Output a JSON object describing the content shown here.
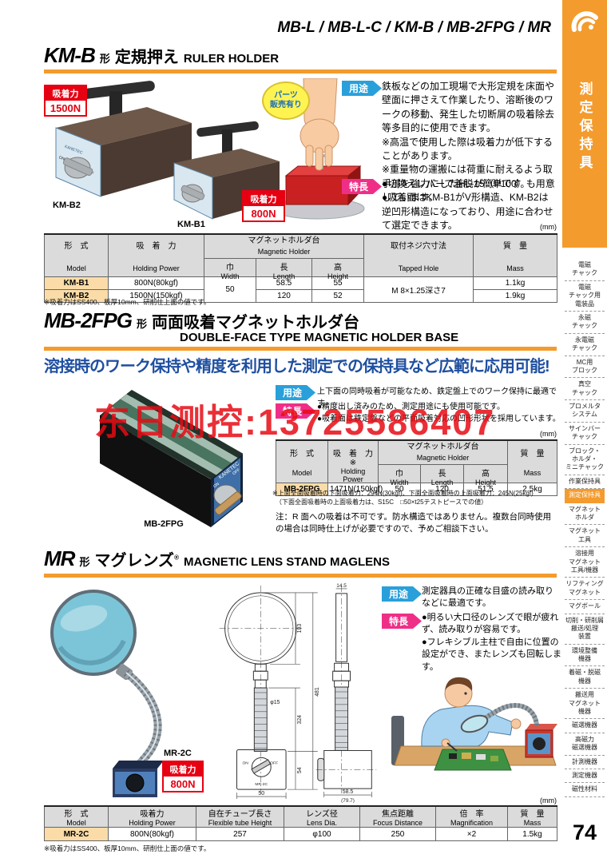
{
  "page": {
    "number": "74"
  },
  "header": {
    "models": "MB-L / MB-L-C / KM-B / MB-2FPG / MR"
  },
  "labels": {
    "yoto": "用途",
    "tokucho": "特長",
    "mm": "(mm)",
    "holding_badge": "吸着力",
    "on": "ON",
    "off": "OFF",
    "kanetec": "KANETEC"
  },
  "sidebar": {
    "tab_title": "測定保持具",
    "items": [
      {
        "label": "電磁\nチャック"
      },
      {
        "label": "電磁\nチャック用\n電装品"
      },
      {
        "label": "永磁\nチャック"
      },
      {
        "label": "永電磁\nチャック"
      },
      {
        "label": "MC用\nブロック"
      },
      {
        "label": "真空\nチャック"
      },
      {
        "label": "プロメルタ\nシステム"
      },
      {
        "label": "サインバー\nチャック"
      },
      {
        "label": "ブロック・\nホルダ・\nミニチャック"
      },
      {
        "label": "作業保持具"
      },
      {
        "label": "測定保持具",
        "active": true
      },
      {
        "label": "マグネット\nホルダ"
      },
      {
        "label": "マグネット\n工具"
      },
      {
        "label": "溶接用\nマグネット\n工具/機器"
      },
      {
        "label": "リフティング\nマグネット"
      },
      {
        "label": "マグボール"
      },
      {
        "label": "切削・研削屑\n搬送/処理\n装置"
      },
      {
        "label": "環境整備\n機器"
      },
      {
        "label": "着磁・脱磁\n機器"
      },
      {
        "label": "搬送用\nマグネット\n機器"
      },
      {
        "label": "磁選機器"
      },
      {
        "label": "高磁力\n磁選機器"
      },
      {
        "label": "計測機器"
      },
      {
        "label": "測定機器"
      },
      {
        "label": "磁性材料"
      }
    ]
  },
  "km_b": {
    "model": "KM-B",
    "kata": "形",
    "title_jp": "定規押え",
    "title_en": "RULER HOLDER",
    "badge1500": "1500N",
    "badge800": "800N",
    "parts_badge": "パーツ\n販売有り",
    "label_kmb2": "KM-B2",
    "label_kmb1": "KM-B1",
    "yoto_text": "鉄板などの加工現場で大形定規を床面や壁面に押さえて作業したり、溶断後のワークの移動、発生した切断屑の吸着除去等多目的に使用できます。\n※高温で使用した際は吸着力が低下することがあります。\n※重量物の運搬には荷重に耐えるよう取手部を強力にしたHL-15（P100）も用意しています。",
    "tokucho_text": "●切換えレバーで着脱が簡単です。\n●吸着面はKM-B1がV形構造、KM-B2は逆凹形構造になっており、用途に合わせて選定できます。",
    "table": {
      "h_model_jp": "形　式",
      "h_model_en": "Model",
      "h_power_jp": "吸　着　力",
      "h_power_en": "Holding Power",
      "h_holder_jp": "マグネットホルダ台",
      "h_holder_en": "Magnetic Holder",
      "h_width_jp": "巾",
      "h_width_en": "Width",
      "h_length_jp": "長",
      "h_length_en": "Length",
      "h_height_jp": "高",
      "h_height_en": "Height",
      "h_tapped_jp": "取付ネジ穴寸法",
      "h_tapped_en": "Tapped Hole",
      "h_mass_jp": "質　量",
      "h_mass_en": "Mass",
      "r1": {
        "model": "KM-B1",
        "power": "800N(80kgf)",
        "width": "50",
        "length": "58.5",
        "height": "55",
        "tapped": "M 8×1.25深さ7",
        "mass": "1.1kg"
      },
      "r2": {
        "model": "KM-B2",
        "power": "1500N(150kgf)",
        "length": "120",
        "height": "52",
        "mass": "1.9kg"
      }
    },
    "footnote": "※吸着力はSS400、板厚10mm、研削仕上面の値です。"
  },
  "mb2fpg": {
    "model": "MB-2FPG",
    "kata": "形",
    "title_jp": "両面吸着マグネットホルダ台",
    "title_en": "DOUBLE-FACE TYPE MAGNETIC HOLDER BASE",
    "headline": "溶接時のワーク保持や精度を利用した測定での保持具など広範に応用可能!",
    "product_label": "MB-2FPG",
    "watermark": "东日测控:13725586407",
    "yoto_text": "上下面の同時吸着が可能なため、鉄定盤上でのワーク保持に最適です。",
    "tokucho_text": "●精度出し済みのため、測定用途にも使用可能です。\n●吸着面は鉄定盤などの平面吸着対応の凹形形状を採用しています。",
    "table": {
      "h_model_jp": "形　式",
      "h_model_en": "Model",
      "h_power_jp": "吸　着　力※",
      "h_power_en": "Holding Power",
      "h_holder_jp": "マグネットホルダ台",
      "h_holder_en": "Magnetic Holder",
      "h_width_jp": "巾",
      "h_width_en": "Width",
      "h_length_jp": "長",
      "h_length_en": "Length",
      "h_height_jp": "高",
      "h_height_en": "Height",
      "h_mass_jp": "質　量",
      "h_mass_en": "Mass",
      "r1": {
        "model": "MB-2FPG",
        "power": "1471N(150kgf)",
        "width": "50",
        "length": "120",
        "height": "51.5",
        "mass": "2.5kg"
      }
    },
    "footnote1": "※上面全面吸着時の下面吸着力：294N(30kgf)、下面全面吸着時の上面吸着力：245N(25kgf)",
    "footnote2": "（下面全面吸着時の上面吸着力は、S15C　□50×t25テストピースでの値）",
    "note": "注：R 面への吸着は不可です。防水構造ではありません。複数台同時使用の場合は同時仕上げが必要ですので、予めご相談下さい。"
  },
  "mr": {
    "model": "MR",
    "kata": "形",
    "title_jp": "マグレンズ",
    "reg": "®",
    "title_en": "MAGNETIC LENS STAND MAGLENS",
    "product_label": "MR-2C",
    "badge800": "800N",
    "yoto_text": "測定器具の正確な目盛の読み取りなどに最適です。",
    "tokucho_text": "●明るい大口径のレンズで眼が疲れず、読み取りが容易です。\n●フレキシブル主柱で自由に位置の設定ができ、またレンズも回転します。",
    "dims": {
      "lens_w": "14.5",
      "lens_h": "103",
      "total_h": "481",
      "tube_len": "324",
      "base_h": "54",
      "tube_dia": "φ15",
      "base_w": "50",
      "base_d": "58.5",
      "base_d2": "(79.7)",
      "model": "MR-2C"
    },
    "table": {
      "h_model_jp": "形　式",
      "h_model_en": "Model",
      "h_power_jp": "吸着力",
      "h_power_en": "Holding Power",
      "h_tube_jp": "自在チューブ長さ",
      "h_tube_en": "Flexible tube Height",
      "h_lens_jp": "レンズ径",
      "h_lens_en": "Lens Dia.",
      "h_focus_jp": "焦点距離",
      "h_focus_en": "Focus Distance",
      "h_mag_jp": "倍　率",
      "h_mag_en": "Magnification",
      "h_mass_jp": "質　量",
      "h_mass_en": "Mass",
      "r1": {
        "model": "MR-2C",
        "power": "800N(80kgf)",
        "tube": "257",
        "lens": "φ100",
        "focus": "250",
        "mag": "×2",
        "mass": "1.5kg"
      }
    },
    "footnote": "※吸着力はSS400、板厚10mm、研削仕上面の値です。"
  }
}
